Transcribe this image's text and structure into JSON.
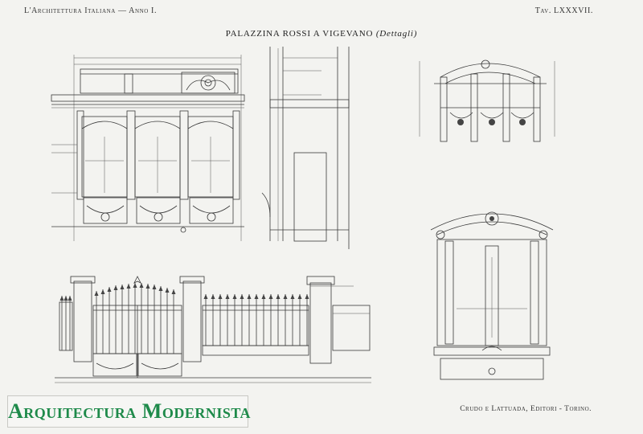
{
  "header": {
    "left": "L'Architettura Italiana — Anno I.",
    "right": "Tav. LXXXVII."
  },
  "title": {
    "main": "PALAZZINA ROSSI A VIGEVANO",
    "sub": "(Dettagli)"
  },
  "publisher": "Crudo e Lattuada, Editori - Torino.",
  "watermark": "Arquitectura Modernista",
  "colors": {
    "ink": "#3a3a3a",
    "paper": "#f3f3f0",
    "watermark_green": "#1e8a4a"
  }
}
